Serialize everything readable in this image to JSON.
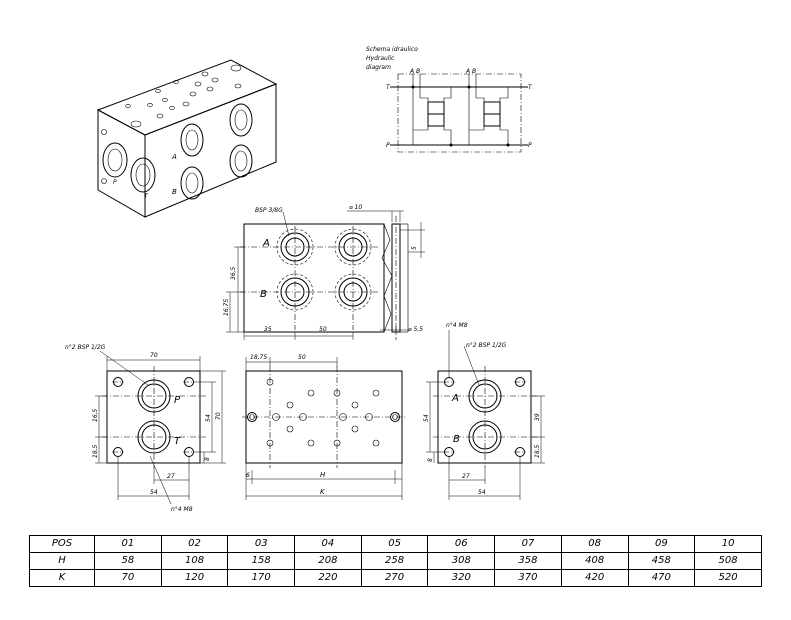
{
  "hydraulic_diagram": {
    "title_lines": [
      "Schema idraulico",
      "Hydraulic",
      "diagram"
    ],
    "port_t_left": "T",
    "port_t_right": "T",
    "port_p_left": "P",
    "port_p_right": "P",
    "ab_left": "A B",
    "ab_right": "A B"
  },
  "isometric_view": {
    "port_a": "A",
    "port_b": "B",
    "port_p": "P",
    "port_t": "T"
  },
  "top_view": {
    "bsp_label": "BSP 3/8G",
    "port_a": "A",
    "port_b": "B",
    "dim_phi10": "⌀ 10",
    "dim_phi55": "⌀ 5,5",
    "dim_5": "5",
    "dim_365": "36,5",
    "dim_1675": "16,75",
    "dim_35": "35",
    "dim_50": "50"
  },
  "left_view": {
    "bsp_label": "n°2 BSP 1/2G",
    "m8_label": "n°4 M8",
    "port_p": "P",
    "port_t": "T",
    "dim_70_top": "70",
    "dim_70_right": "70",
    "dim_54_right": "54",
    "dim_165": "16,5",
    "dim_185": "18,5",
    "dim_8": "8",
    "dim_27": "27",
    "dim_54_bottom": "54"
  },
  "front_view": {
    "dim_1875": "18,75",
    "dim_50": "50",
    "dim_6": "6",
    "dim_h": "H",
    "dim_k": "K"
  },
  "right_view": {
    "m8_label": "n°4 M8",
    "bsp_label": "n°2 BSP 1/2G",
    "port_a": "A",
    "port_b": "B",
    "dim_54_left": "54",
    "dim_39": "39",
    "dim_185": "18,5",
    "dim_8": "8",
    "dim_27": "27",
    "dim_54_bottom": "54"
  },
  "table": {
    "rows": [
      {
        "label": "POS",
        "cells": [
          "01",
          "02",
          "03",
          "04",
          "05",
          "06",
          "07",
          "08",
          "09",
          "10"
        ]
      },
      {
        "label": "H",
        "cells": [
          "58",
          "108",
          "158",
          "208",
          "258",
          "308",
          "358",
          "408",
          "458",
          "508"
        ]
      },
      {
        "label": "K",
        "cells": [
          "70",
          "120",
          "170",
          "220",
          "270",
          "320",
          "370",
          "420",
          "470",
          "520"
        ]
      }
    ]
  }
}
